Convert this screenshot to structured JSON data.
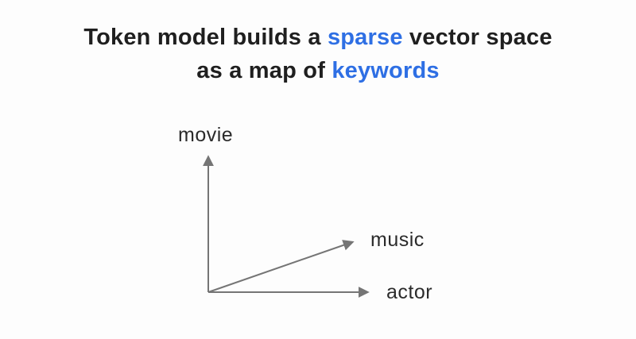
{
  "title": {
    "line1": {
      "pre": "Token model builds a ",
      "highlight": "sparse",
      "post": " vector space"
    },
    "line2": {
      "pre": "as a map of ",
      "highlight": "keywords"
    }
  },
  "diagram": {
    "description": "2D sparse vector space with origin at lower-left",
    "vectors": [
      {
        "label": "movie",
        "direction": "up"
      },
      {
        "label": "music",
        "direction": "up-right-diagonal"
      },
      {
        "label": "actor",
        "direction": "right"
      }
    ]
  },
  "colors": {
    "accent_blue": "#2e6fe4",
    "arrow_gray": "#757575",
    "title_text": "#1f1f1f",
    "label_text": "#2b2b2b",
    "background": "#fdfdfd"
  }
}
